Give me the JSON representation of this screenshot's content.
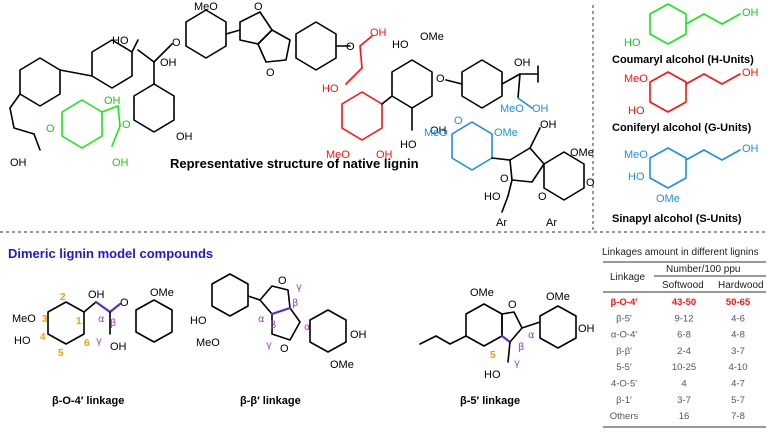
{
  "main_title": "Representative structure of native lignin",
  "dimer_title": "Dimeric lignin model compounds",
  "monomers": [
    {
      "label": "Coumaryl alcohol (H-Units)",
      "color": "#18e818"
    },
    {
      "label": "Coniferyl alcohol (G-Units)",
      "color": "#ff1010"
    },
    {
      "label": "Sinapyl alcohol (S-Units)",
      "color": "#1f8fe0"
    }
  ],
  "captions": {
    "b_o_4": "β-O-4′ linkage",
    "b_b": "β-β′ linkage",
    "b_5": "β-5′ linkage"
  },
  "atoms": {
    "meo": "MeO",
    "ome": "OMe",
    "ho": "HO",
    "oh": "OH",
    "o": "O",
    "ar": "Ar",
    "oar": "O",
    "ome2": "OMe",
    "meo_g": "MeO",
    "meo_s": "MeO"
  },
  "numbers": {
    "n1": "1",
    "n2": "2",
    "n3": "3",
    "n4": "4",
    "n5": "5",
    "n6": "6",
    "alpha": "α",
    "beta": "β",
    "gamma": "γ",
    "five": "5"
  },
  "table": {
    "title": "Linkages amount in different lignins",
    "col_linkage": "Linkage",
    "col_group": "Number/100 ppu",
    "col_soft": "Softwood",
    "col_hard": "Hardwood",
    "rows": [
      {
        "linkage": "β-O-4′",
        "soft": "43-50",
        "hard": "50-65",
        "highlight": true
      },
      {
        "linkage": "β-5′",
        "soft": "9-12",
        "hard": "4-6",
        "highlight": false
      },
      {
        "linkage": "α-O-4′",
        "soft": "6-8",
        "hard": "4-8",
        "highlight": false
      },
      {
        "linkage": "β-β′",
        "soft": "2-4",
        "hard": "3-7",
        "highlight": false
      },
      {
        "linkage": "5-5′",
        "soft": "10-25",
        "hard": "4-10",
        "highlight": false
      },
      {
        "linkage": "4-O-5′",
        "soft": "4",
        "hard": "4-7",
        "highlight": false
      },
      {
        "linkage": "β-1′",
        "soft": "3-7",
        "hard": "5-7",
        "highlight": false
      },
      {
        "linkage": "Others",
        "soft": "16",
        "hard": "7-8",
        "highlight": false
      }
    ]
  }
}
